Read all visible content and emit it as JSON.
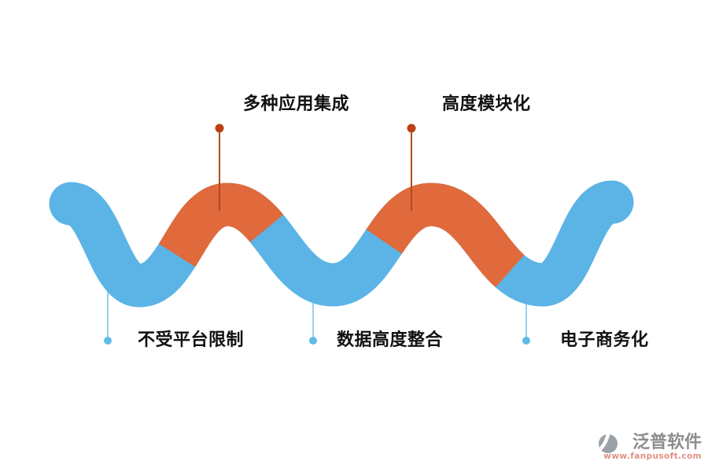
{
  "diagram": {
    "callouts_top": [
      {
        "label": "多种应用集成"
      },
      {
        "label": "高度模块化"
      }
    ],
    "callouts_bottom": [
      {
        "label": "不受平台限制"
      },
      {
        "label": "数据高度整合"
      },
      {
        "label": "电子商务化"
      }
    ]
  },
  "colors": {
    "wave_blue": "#5bb4e5",
    "wave_orange": "#e06a3c",
    "top_line": "#b4491f",
    "top_dot": "#bd3f14",
    "bottom_line": "#8fcdee",
    "bottom_dot": "#5fbbe8",
    "label_text": "#111111",
    "logo_gray": "#9aa1a8",
    "logo_text_gray": "#8d8d8d",
    "logo_url_red": "#df9184"
  },
  "logo": {
    "name": "泛普软件",
    "url": "www.fanpusoft.com"
  }
}
